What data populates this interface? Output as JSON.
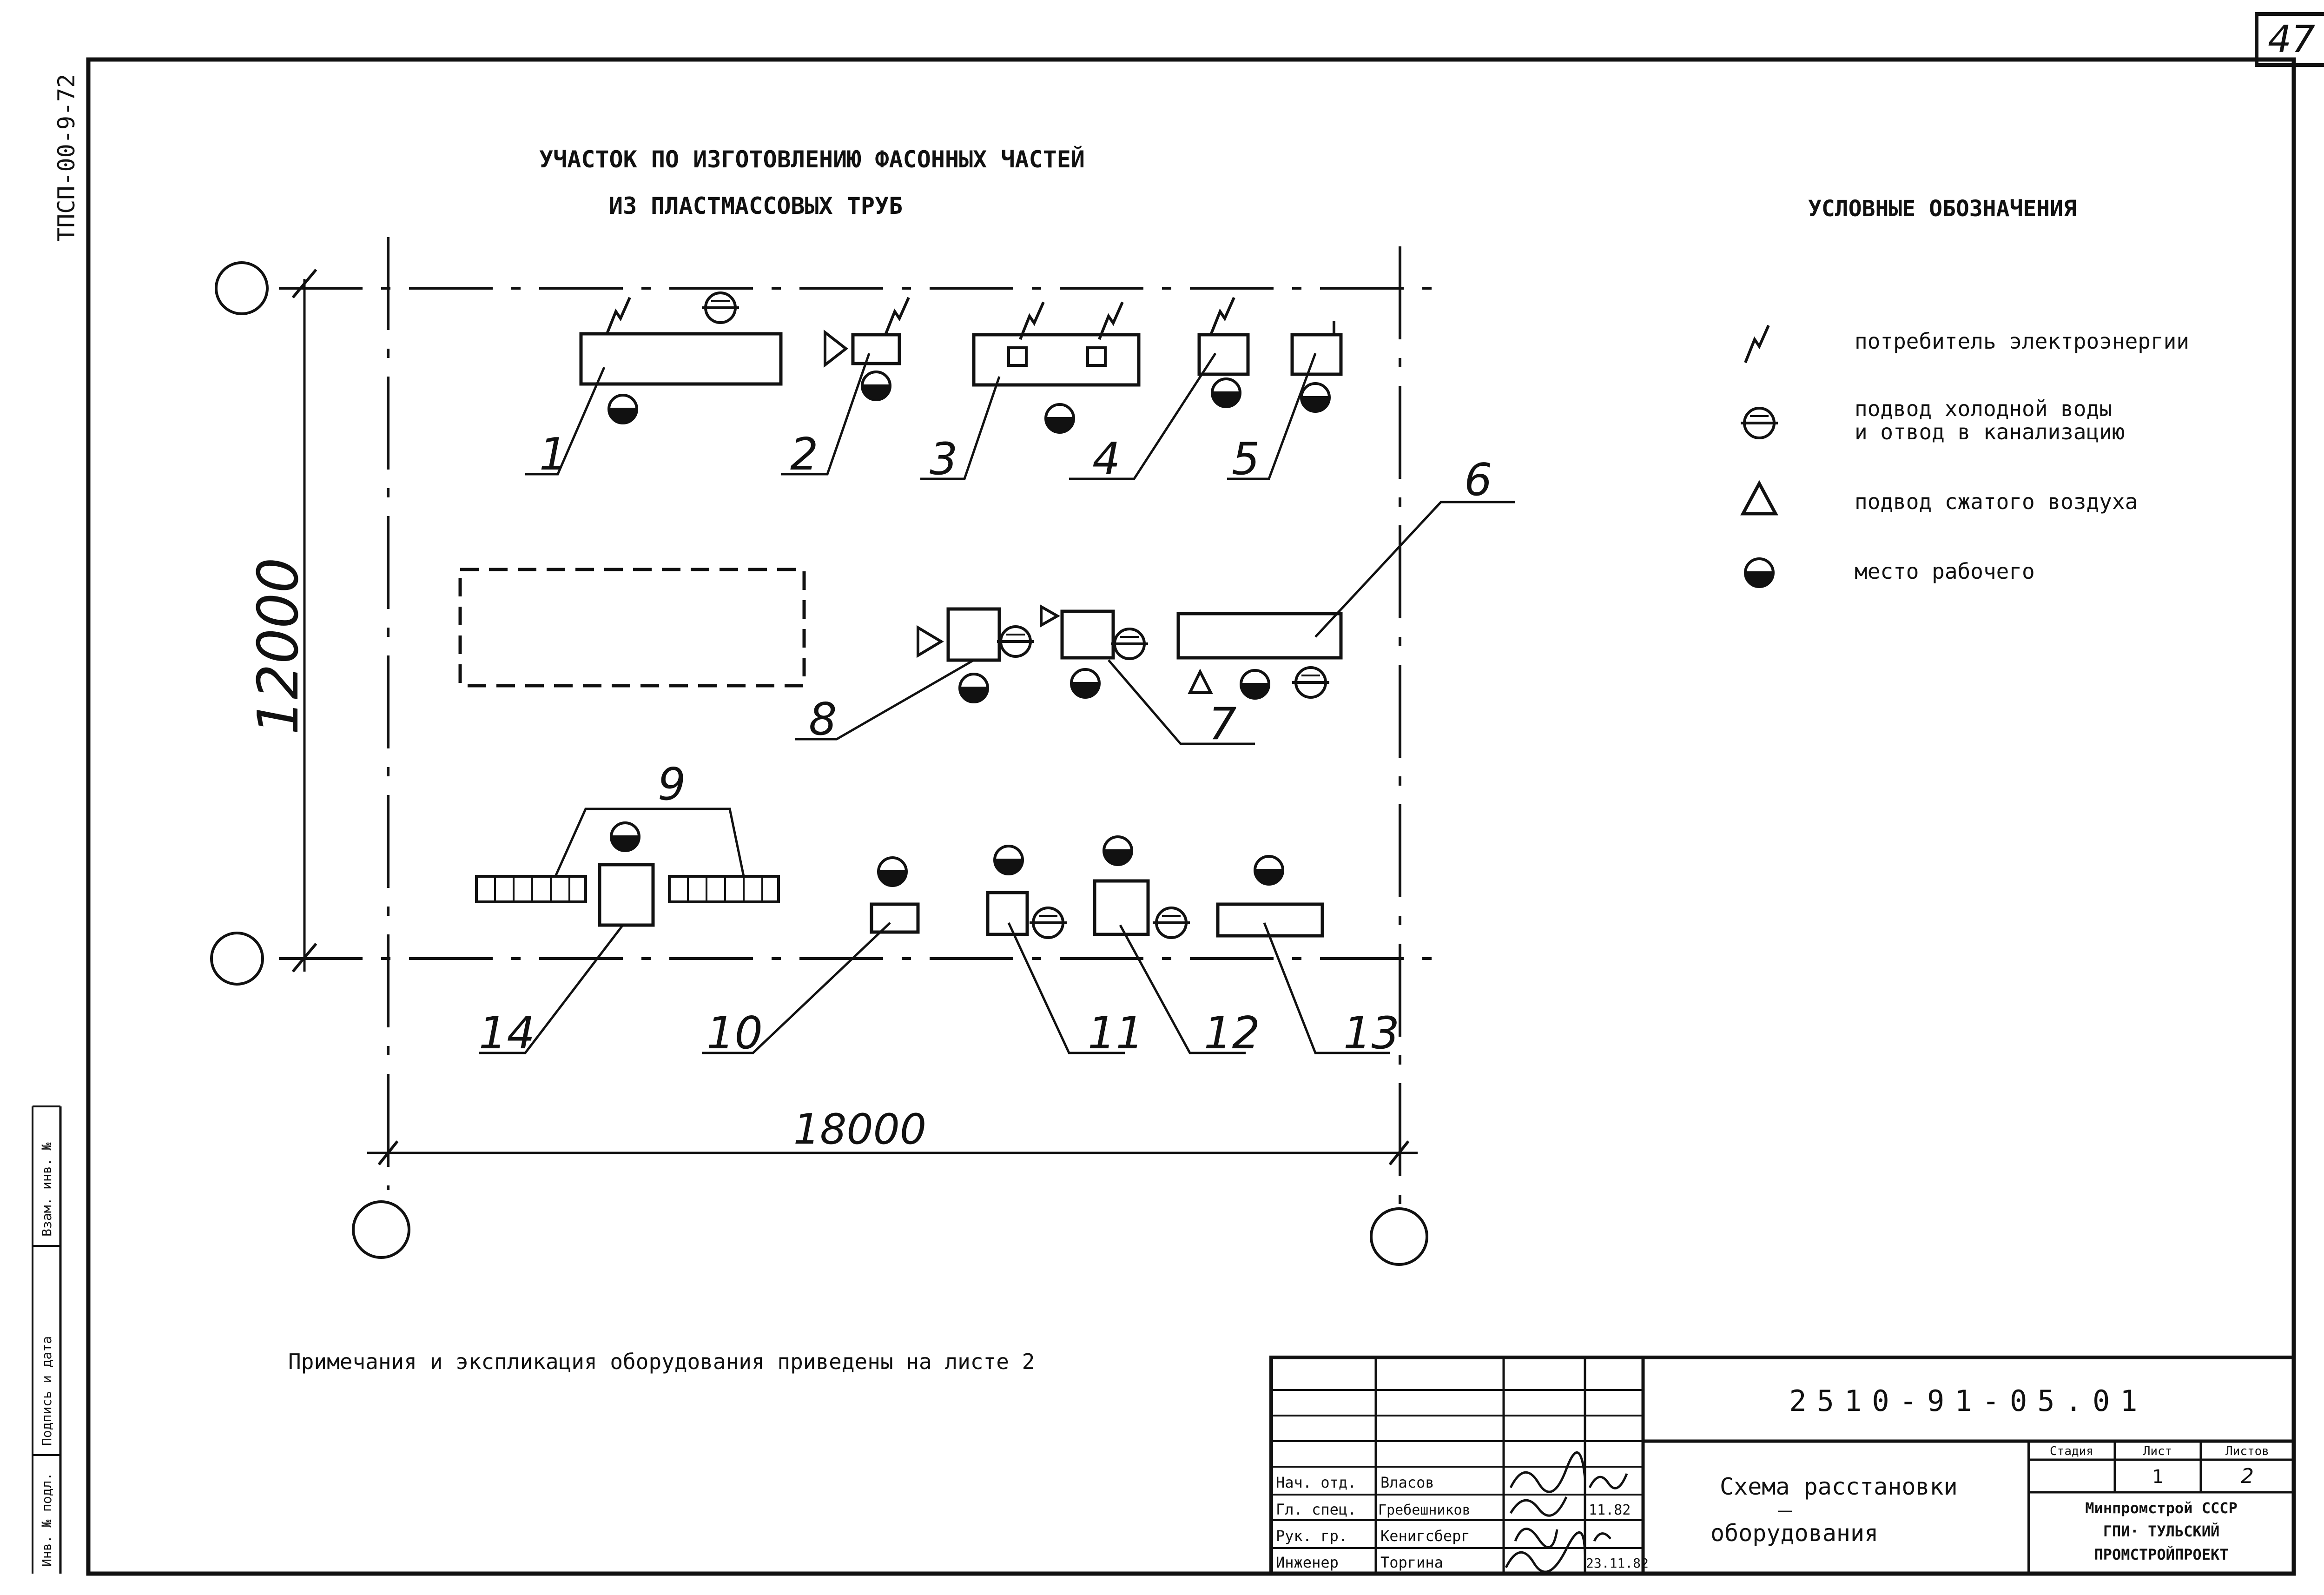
{
  "sheet_number": "47",
  "side_code": "ТПСП-00-9-72",
  "title": {
    "line1": "УЧАСТОК ПО ИЗГОТОВЛЕНИЮ ФАСОННЫХ ЧАСТЕЙ",
    "line2": "ИЗ ПЛАСТМАССОВЫХ ТРУБ"
  },
  "legend": {
    "heading": "УСЛОВНЫЕ ОБОЗНАЧЕНИЯ",
    "items": [
      {
        "icon": "electric-consumer-icon",
        "text": "потребитель электроэнергии"
      },
      {
        "icon": "water-supply-drain-icon",
        "text": "подвод холодной воды\nи отвод в канализацию"
      },
      {
        "icon": "compressed-air-icon",
        "text": "подвод сжатого воздуха"
      },
      {
        "icon": "workplace-icon",
        "text": "место рабочего"
      }
    ]
  },
  "dimensions": {
    "height": "12000",
    "width": "18000"
  },
  "equipment_labels": [
    "1",
    "2",
    "3",
    "4",
    "5",
    "6",
    "7",
    "8",
    "9",
    "10",
    "11",
    "12",
    "13",
    "14"
  ],
  "note": "Примечания и экспликация оборудования приведены на листе 2",
  "title_block": {
    "document_code": "2510-91-05.01",
    "drawing_name_line1": "Схема расстановки",
    "drawing_name_dash": "–",
    "drawing_name_line2": "оборудования",
    "headers": {
      "stage": "Стадия",
      "sheet": "Лист",
      "sheets": "Листов"
    },
    "stage_value": "",
    "sheet_value": "1",
    "sheets_value": "2",
    "organization": [
      "Минпромстрой СССР",
      "ГПИ· ТУЛЬСКИЙ",
      "ПРОМСТРОЙПРОЕКТ"
    ],
    "signers": [
      {
        "role": "Нач. отд.",
        "name": "Власов",
        "date": ""
      },
      {
        "role": "Гл. спец.",
        "name": "Гребешников",
        "date": "11.82"
      },
      {
        "role": "Рук. гр.",
        "name": "Кенигсберг",
        "date": ""
      },
      {
        "role": "Инженер",
        "name": "Торгина",
        "date": "23.11.82"
      }
    ]
  },
  "margin_stamps": [
    "Инв. № подл.",
    "Подпись и дата",
    "Взам. инв. №"
  ]
}
